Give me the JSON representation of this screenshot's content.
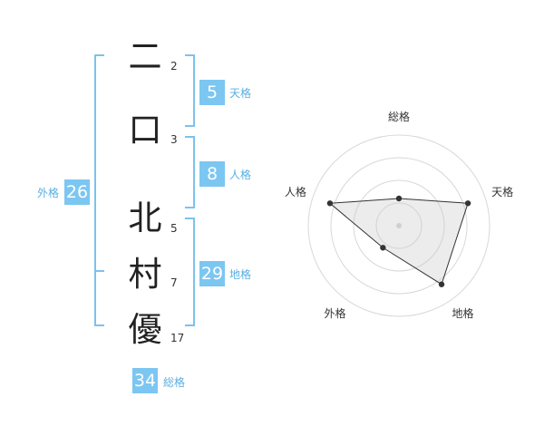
{
  "name": {
    "chars": [
      {
        "char": "二",
        "strokes": "2"
      },
      {
        "char": "口",
        "strokes": "3"
      },
      {
        "char": "北",
        "strokes": "5"
      },
      {
        "char": "村",
        "strokes": "7"
      },
      {
        "char": "優",
        "strokes": "17"
      }
    ]
  },
  "fortune": {
    "tenkaku": {
      "value": "5",
      "label": "天格"
    },
    "jinkaku": {
      "value": "8",
      "label": "人格"
    },
    "chikaku": {
      "value": "29",
      "label": "地格"
    },
    "gaikaku": {
      "value": "26",
      "label": "外格"
    },
    "soukaku": {
      "value": "34",
      "label": "総格"
    }
  },
  "colors": {
    "accent": "#7cc6f2",
    "bracket": "#7cc2ee",
    "text": "#222222"
  },
  "chart_data": {
    "type": "radar",
    "axes": [
      "総格",
      "天格",
      "地格",
      "外格",
      "人格"
    ],
    "values": [
      0.3,
      0.8,
      0.8,
      0.3,
      0.8
    ],
    "max": 1.0,
    "rings": 4
  }
}
